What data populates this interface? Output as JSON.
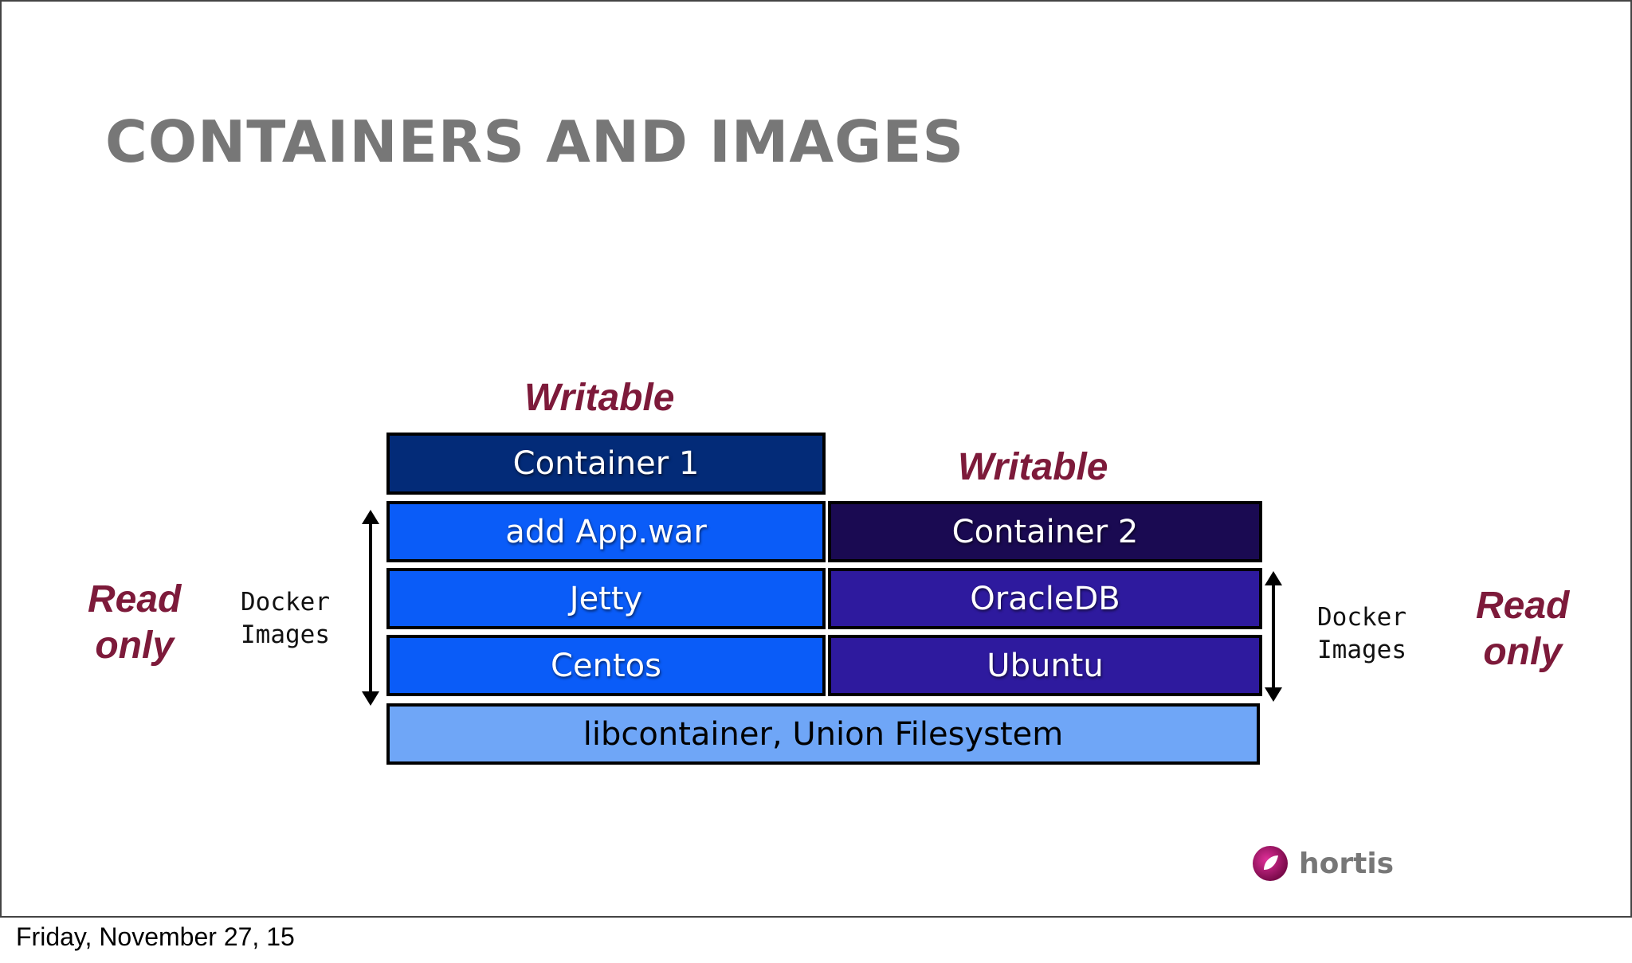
{
  "slide": {
    "title": "CONTAINERS AND IMAGES",
    "footer_date": "Friday, November 27, 15"
  },
  "labels": {
    "writable_left": "Writable",
    "writable_right": "Writable",
    "read_only_left": [
      "Read",
      "only"
    ],
    "read_only_right": [
      "Read",
      "only"
    ],
    "docker_images_left": [
      "Docker",
      "Images"
    ],
    "docker_images_right": [
      "Docker",
      "Images"
    ]
  },
  "layers": {
    "container_1": "Container 1",
    "add_app_war": "add App.war",
    "jetty": "Jetty",
    "centos": "Centos",
    "container_2": "Container 2",
    "oracledb": "OracleDB",
    "ubuntu": "Ubuntu",
    "base": "libcontainer, Union Filesystem"
  },
  "colors": {
    "container_1": "#032b78",
    "image_left": "#0a5cf8",
    "container_2": "#1a0a52",
    "image_right": "#2e1a9e",
    "base": "#6fa6f7",
    "accent_red": "#7d1a3a"
  },
  "logo": {
    "text": "hortis"
  }
}
